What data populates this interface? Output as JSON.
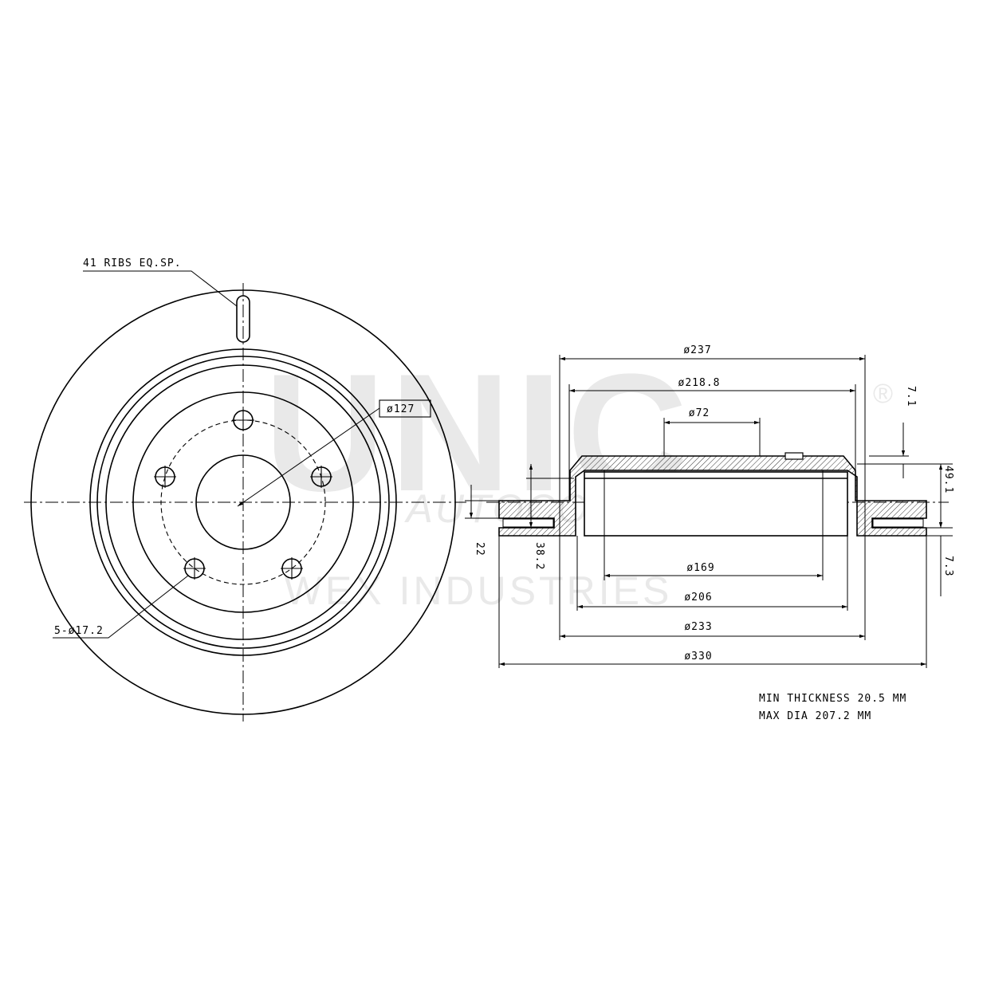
{
  "watermark": {
    "logo": "UNIC",
    "registered": "®",
    "line1": "AUTOCOMPAS",
    "line2": "WEX INDUSTRIES"
  },
  "front_view": {
    "ribs_note": "41 RIBS EQ.SP.",
    "bolt_circle": "ø127",
    "bolt_holes": "5-ø17.2"
  },
  "section_view": {
    "dia_237": "ø237",
    "dia_218_8": "ø218.8",
    "dia_72": "ø72",
    "dia_169": "ø169",
    "dia_206": "ø206",
    "dia_233": "ø233",
    "dia_330": "ø330",
    "dim_7_1": "7.1",
    "dim_49_1": "49.1",
    "dim_7_3": "7.3",
    "dim_22": "22",
    "dim_38_2": "38.2"
  },
  "notes": {
    "min_thickness": "MIN THICKNESS 20.5 MM",
    "max_dia": "MAX DIA 207.2 MM"
  }
}
